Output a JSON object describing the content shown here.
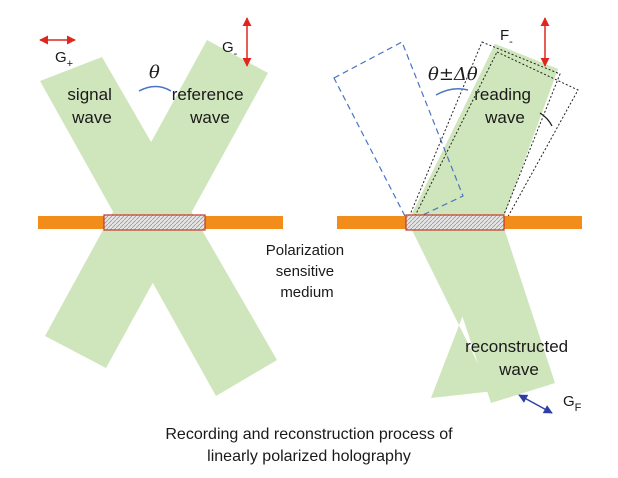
{
  "colors": {
    "beam": "#cfe5bb",
    "medium": "#f28d1c",
    "grating_fill": "#d9d9d9",
    "grating_stroke": "#c0392b",
    "arrow_red": "#e0271e",
    "arrow_blue": "#2d3fa6",
    "angle_arc": "#4a74c4",
    "dashed": "#4a74c4"
  },
  "labels": {
    "signal_wave": [
      "signal",
      "wave"
    ],
    "reference_wave": [
      "reference",
      "wave"
    ],
    "theta": "θ",
    "theta_pm": "θ±Δθ",
    "reading_wave": [
      "reading",
      "wave"
    ],
    "reconstructed_wave": [
      "reconstructed",
      "wave"
    ],
    "medium": [
      "Polarization",
      "sensitive",
      "medium"
    ],
    "g_plus": {
      "main": "G",
      "sub": "+"
    },
    "g_minus": {
      "main": "G",
      "sub": "-"
    },
    "f_minus": {
      "main": "F",
      "sub": "-"
    },
    "g_f": {
      "main": "G",
      "sub": "F"
    }
  },
  "caption": [
    "Recording and reconstruction process of",
    "linearly polarized holography"
  ]
}
